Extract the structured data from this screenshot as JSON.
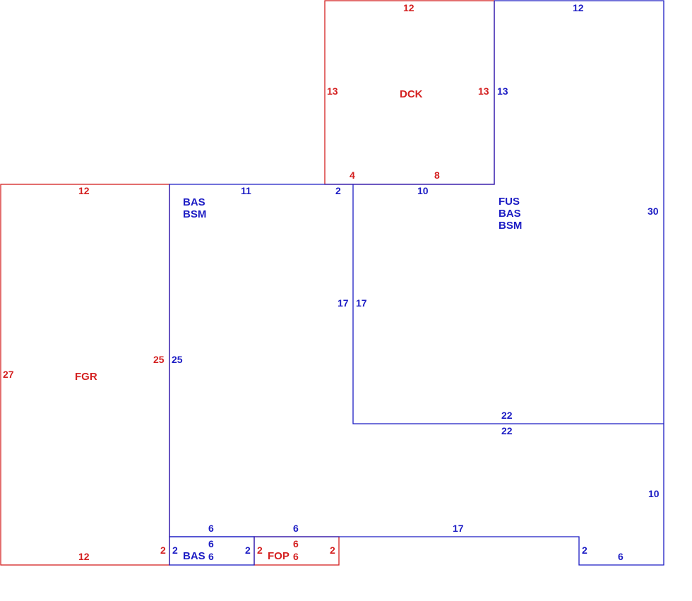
{
  "colors": {
    "garage_deck_porch": "#d42020",
    "living": "#1c1cc4"
  },
  "areas": {
    "dck": "DCK",
    "fgr": "FGR",
    "fop": "FOP",
    "fus_bas_bsm": [
      "FUS",
      "BAS",
      "BSM"
    ],
    "bas_bsm": [
      "BAS",
      "BSM"
    ],
    "bas_small": "BAS"
  },
  "dims": {
    "dck_top": "12",
    "dck_left": "13",
    "dck_right": "13",
    "dck_bottom_a": "4",
    "dck_bottom_b": "8",
    "fus_top": "12",
    "fus_left_top": "13",
    "fus_right": "30",
    "fus_top_inner": "10",
    "fus_inner_left": "17",
    "fus_inner_bottom": "22",
    "bas_top_a": "11",
    "bas_top_b": "2",
    "bas_inner_right": "17",
    "bas_inner_bottom": "22",
    "bas_right": "10",
    "bas_left": "25",
    "bas_bottom_a": "6",
    "bas_bottom_b": "6",
    "bas_bottom_c": "17",
    "bas_notch_left": "2",
    "bas_notch_bottom": "6",
    "fgr_top": "12",
    "fgr_left": "27",
    "fgr_right": "25",
    "fgr_bottom": "12",
    "fgr_notch": "2",
    "bas_small_left": "2",
    "bas_small_top": "6",
    "bas_small_bottom": "6",
    "bas_small_right": "2",
    "fop_left": "2",
    "fop_top": "6",
    "fop_bottom": "6",
    "fop_right": "2"
  }
}
